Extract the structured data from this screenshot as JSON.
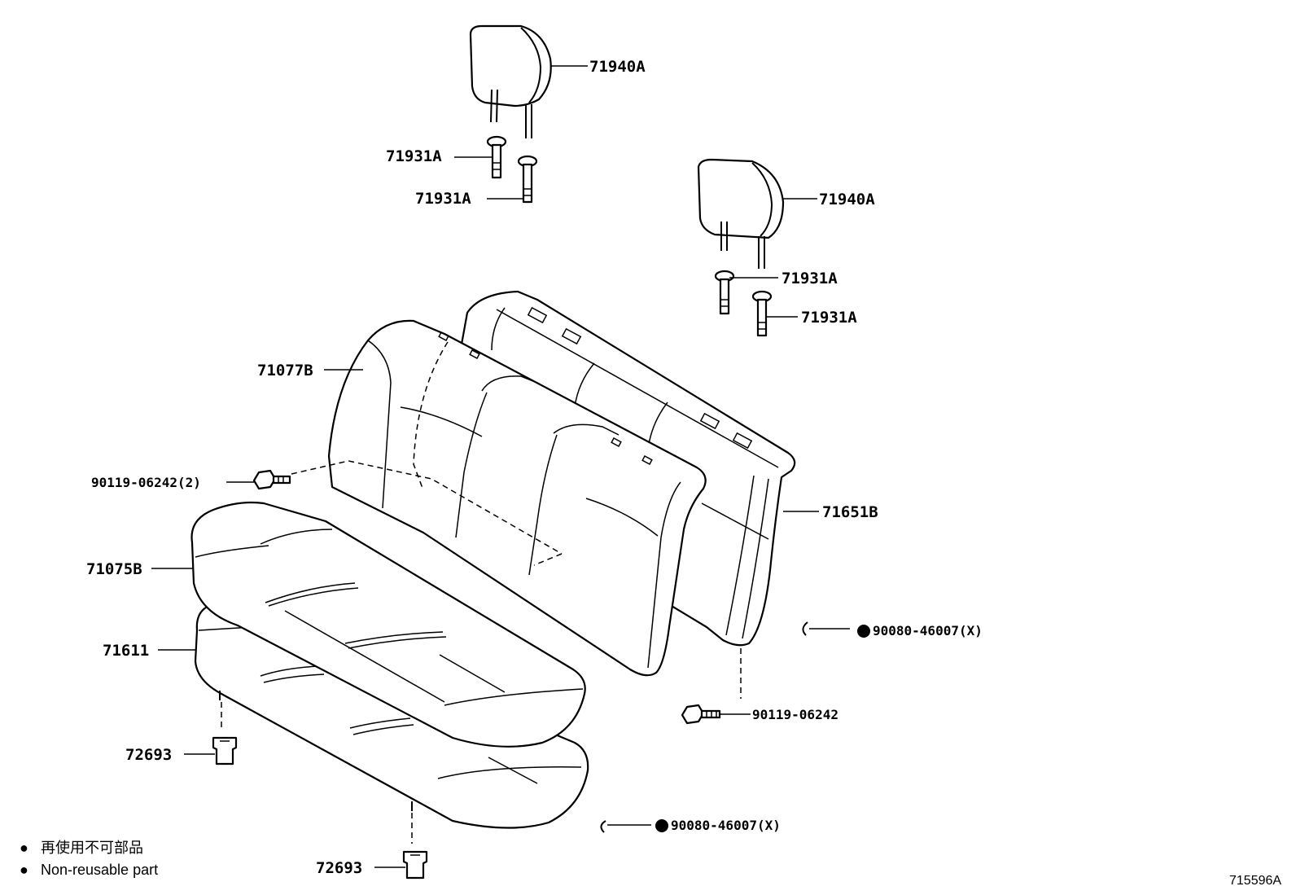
{
  "parts": {
    "headrest_left": "71940A",
    "headrest_right": "71940A",
    "support_left_upper": "71931A",
    "support_left_lower": "71931A",
    "support_right_upper": "71931A",
    "support_right_lower": "71931A",
    "seatback_cover_left": "71077B",
    "seatback_frame_right": "71651B",
    "cushion_cover": "71075B",
    "cushion_pad": "71611",
    "bolt_left": "90119-06242(2)",
    "bolt_right": "90119-06242",
    "clip_right": "90080-46007(X)",
    "clip_bottom": "90080-46007(X)",
    "fastener_left": "72693",
    "fastener_bottom": "72693"
  },
  "legend": {
    "marker_1": "●",
    "marker_2": "●",
    "line_jp": "再使用不可部品",
    "line_en": "Non-reusable part"
  },
  "reference_number": "715596A"
}
